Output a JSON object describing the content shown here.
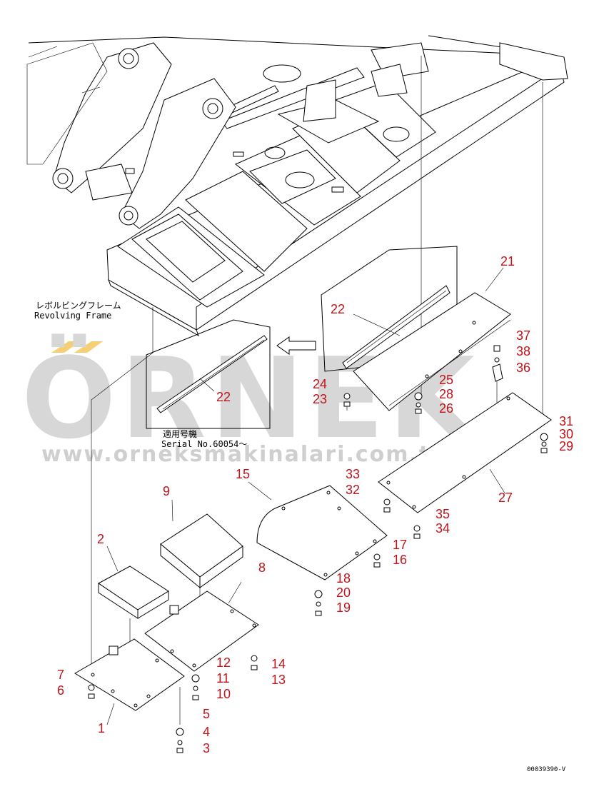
{
  "watermark": {
    "brand": "ÖRNEK",
    "url": "www.orneksmakinalari.com.tr"
  },
  "labels": {
    "revolving_frame_jp": "レボルビングフレーム",
    "revolving_frame_en": "Revolving Frame",
    "serial_jp": "適用号機",
    "serial_en": "Serial No.60054～",
    "figure_code": "00039390-V"
  },
  "callouts": [
    "1",
    "2",
    "3",
    "4",
    "5",
    "6",
    "7",
    "8",
    "9",
    "10",
    "11",
    "12",
    "13",
    "14",
    "15",
    "16",
    "17",
    "18",
    "19",
    "20",
    "21",
    "22",
    "22",
    "23",
    "24",
    "25",
    "26",
    "27",
    "28",
    "29",
    "30",
    "31",
    "32",
    "33",
    "34",
    "35",
    "36",
    "37",
    "38"
  ],
  "colors": {
    "callout": "#c0141b",
    "watermark": "#d7d7d7",
    "watermark_accent": "#f5cf75"
  }
}
